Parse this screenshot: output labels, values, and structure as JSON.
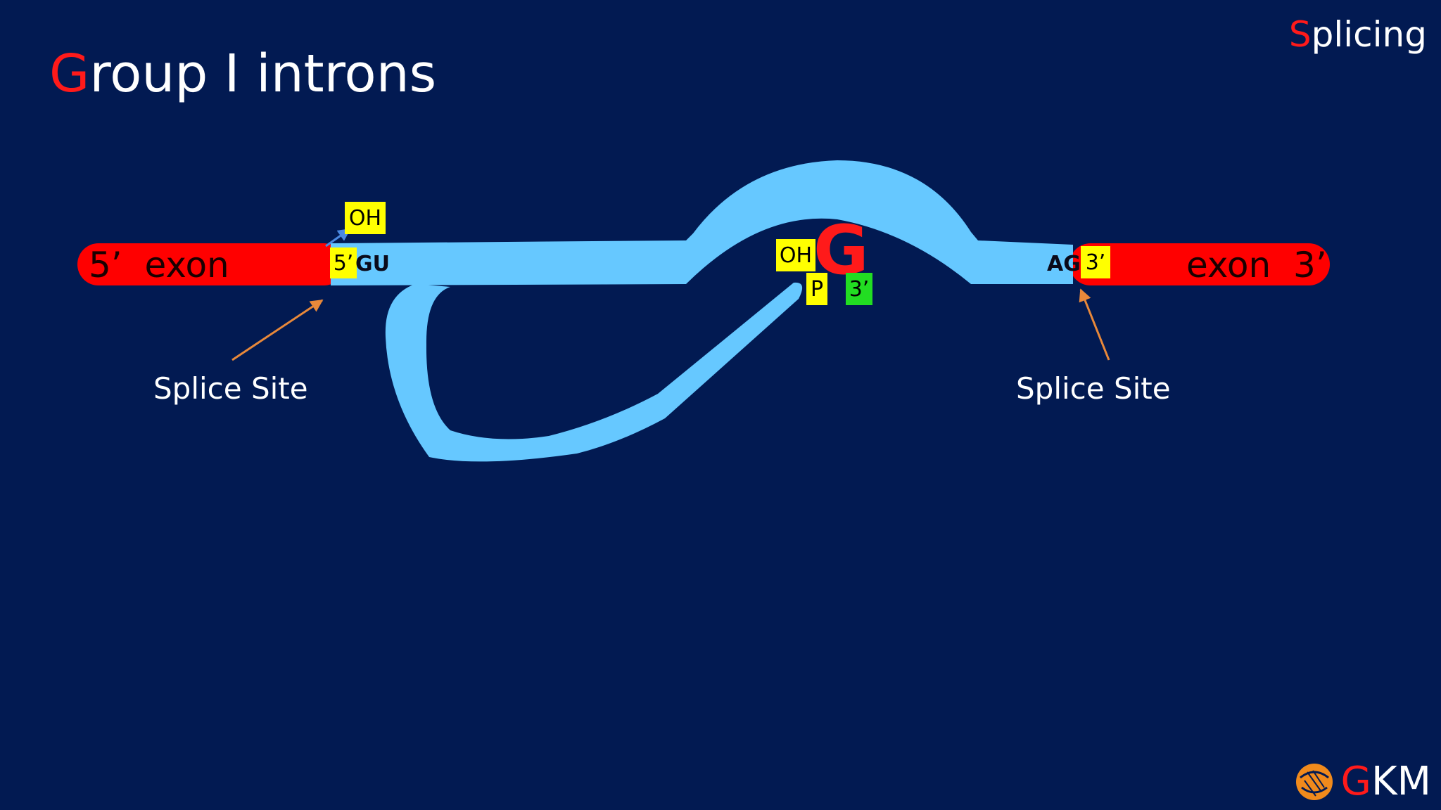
{
  "title": {
    "first": "G",
    "rest": "roup I introns"
  },
  "section": {
    "first": "S",
    "rest": "plicing"
  },
  "exon5": {
    "prime": "5’",
    "label": "exon"
  },
  "exon3": {
    "label": "exon",
    "prime": "3’"
  },
  "tags": {
    "oh_top": "OH",
    "five_prime": "5’",
    "oh_g": "OH",
    "p": "P",
    "three_prime_green": "3’",
    "three_prime_yellow": "3’"
  },
  "sequences": {
    "gu": "GU",
    "ag": "AG"
  },
  "guanosine": "G",
  "splice_site_left": "Splice Site",
  "splice_site_right": "Splice Site",
  "logo": {
    "first": "G",
    "rest": "KM"
  },
  "colors": {
    "background": "#021a52",
    "exon": "#ff0000",
    "intron": "#66c8ff",
    "tag_yellow": "#ffff00",
    "tag_green": "#22dd22",
    "arrow": "#e8883a"
  }
}
